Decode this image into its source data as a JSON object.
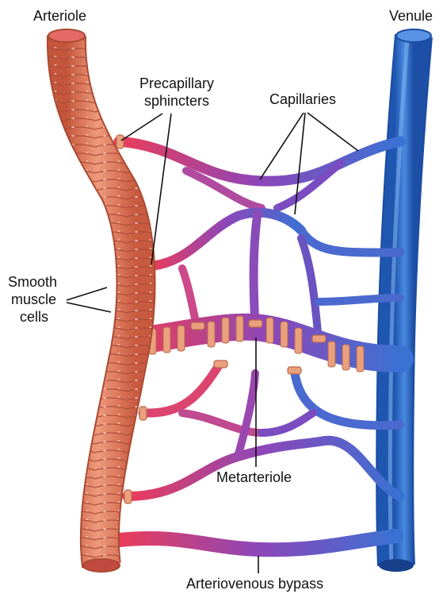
{
  "labels": {
    "arteriole": "Arteriole",
    "venule": "Venule",
    "precapillary_line1": "Precapillary",
    "precapillary_line2": "sphincters",
    "capillaries": "Capillaries",
    "smooth_line1": "Smooth",
    "smooth_line2": "muscle",
    "smooth_line3": "cells",
    "metarteriole": "Metarteriole",
    "bypass": "Arteriovenous bypass"
  },
  "colors": {
    "arteriole": "#e9866b",
    "arteriole_dark": "#b9553d",
    "arterial_red": "#e8415f",
    "capillary_purple": "#8a49b8",
    "venous_blue": "#2f6fd0",
    "venule": "#2a6cc7",
    "sphincter": "#e9a07e"
  }
}
